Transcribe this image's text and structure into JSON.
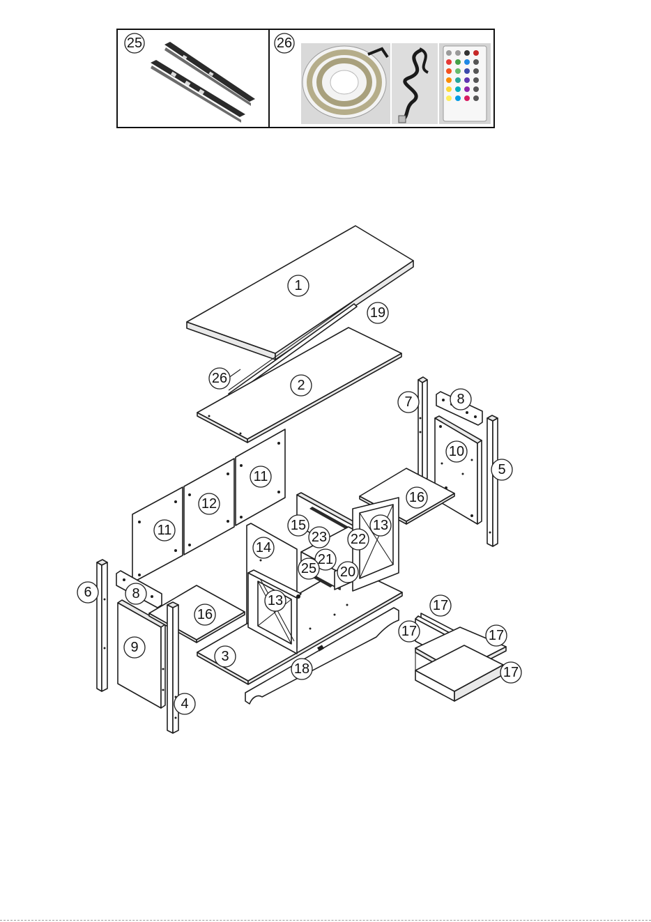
{
  "hardware_panel": {
    "cells": [
      {
        "label": "25",
        "icon": "drawer-slide-rails-icon"
      },
      {
        "label": "26",
        "icon": "led-strip-kit-icon",
        "photos": [
          "led-strip-reel-icon",
          "usb-power-cable-icon",
          "rgb-remote-control-icon"
        ]
      }
    ]
  },
  "callouts": {
    "c1": "1",
    "c2": "2",
    "c3": "3",
    "c4": "4",
    "c5": "5",
    "c6": "6",
    "c7": "7",
    "c8a": "8",
    "c8b": "8",
    "c9": "9",
    "c10": "10",
    "c11a": "11",
    "c11b": "11",
    "c12": "12",
    "c13a": "13",
    "c13b": "13",
    "c14": "14",
    "c15": "15",
    "c16a": "16",
    "c16b": "16",
    "c17a": "17",
    "c17b": "17",
    "c17c": "17",
    "c17d": "17",
    "c18": "18",
    "c19": "19",
    "c20": "20",
    "c21": "21",
    "c22": "22",
    "c23": "23",
    "c25": "25",
    "c26": "26"
  }
}
